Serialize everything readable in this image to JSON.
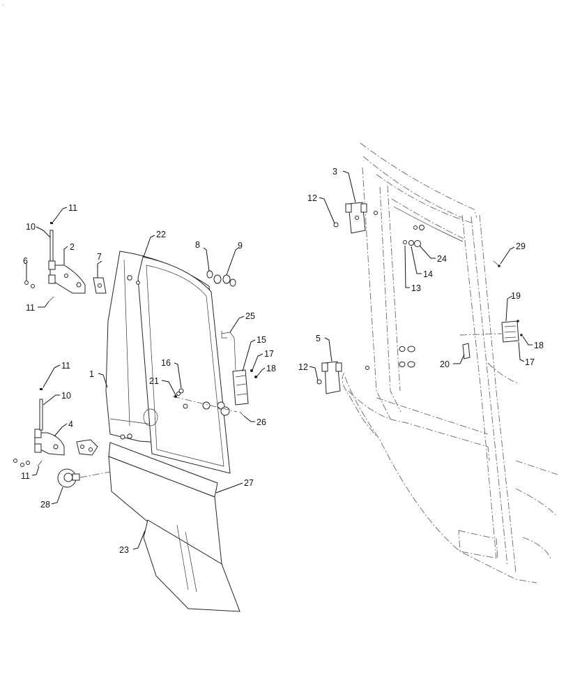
{
  "corner_mark": "-.",
  "callouts": {
    "c1": "1",
    "c2": "2",
    "c3": "3",
    "c4": "4",
    "c5": "5",
    "c6": "6",
    "c7": "7",
    "c8": "8",
    "c9": "9",
    "c10a": "10",
    "c10b": "10",
    "c11a": "11",
    "c11b": "11",
    "c11c": "11",
    "c11d": "11",
    "c12a": "12",
    "c12b": "12",
    "c13": "13",
    "c14": "14",
    "c15": "15",
    "c16": "16",
    "c17a": "17",
    "c17b": "17",
    "c18a": "18",
    "c18b": "18",
    "c19": "19",
    "c20": "20",
    "c21": "21",
    "c22": "22",
    "c23": "23",
    "c24": "24",
    "c25": "25",
    "c26": "26",
    "c27": "27",
    "c28": "28",
    "c29": "29"
  }
}
